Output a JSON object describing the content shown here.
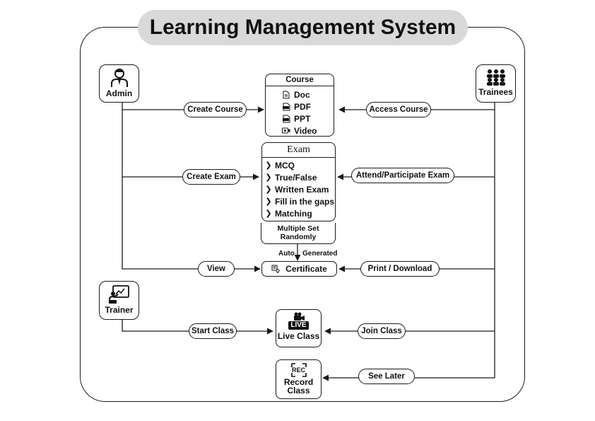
{
  "title": "Learning Management System",
  "actors": {
    "admin": "Admin",
    "trainees": "Trainees",
    "trainer": "Trainer"
  },
  "course": {
    "title": "Course",
    "items": [
      "Doc",
      "PDF",
      "PPT",
      "Video"
    ]
  },
  "exam": {
    "title": "Exam",
    "items": [
      "MCQ",
      "True/False",
      "Written Exam",
      "Fill in the gaps",
      "Matching"
    ],
    "footer_line1": "Multiple Set",
    "footer_line2": "Randomly"
  },
  "auto_label": "Auto",
  "generated_label": "Generated",
  "certificate": "Certificate",
  "live_class": {
    "badge": "LIVE",
    "label": "Live Class"
  },
  "record_class": {
    "badge": "REC",
    "line1": "Record",
    "line2": "Class"
  },
  "connectors": {
    "create_course": "Create Course",
    "access_course": "Access Course",
    "create_exam": "Create Exam",
    "attend_exam": "Attend/Participate Exam",
    "view": "View",
    "print_download": "Print / Download",
    "start_class": "Start Class",
    "join_class": "Join Class",
    "see_later": "See Later"
  }
}
